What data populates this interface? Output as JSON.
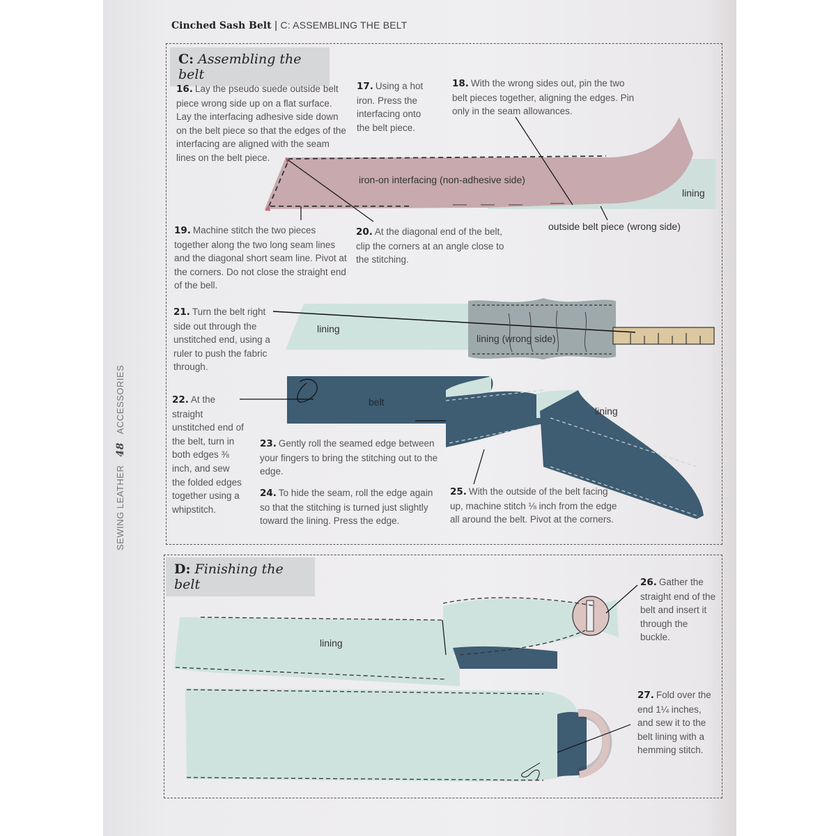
{
  "running_head": {
    "title": "Cinched Sash Belt",
    "separator": "|",
    "section": "C: ASSEMBLING THE BELT"
  },
  "side_footer": {
    "book": "SEWING LEATHER",
    "page_number": "48",
    "chapter": "ACCESSORIES"
  },
  "section_c": {
    "letter": "C:",
    "title": "Assembling the belt",
    "steps": [
      {
        "num": "16.",
        "text": "Lay the pseudo suede outside belt piece wrong side up on a flat surface. Lay the interfacing adhesive side down on the belt piece so that the edges of the interfacing are aligned with the seam lines on the belt piece."
      },
      {
        "num": "17.",
        "text": "Using a hot iron. Press the interfacing onto the belt piece."
      },
      {
        "num": "18.",
        "text": "With the wrong sides out, pin the two belt pieces together, aligning the edges. Pin only in the seam allowances."
      },
      {
        "num": "19.",
        "text": "Machine stitch the two pieces together along the two long seam lines and the diagonal short seam line. Pivot at the corners. Do not close the straight end of the bell."
      },
      {
        "num": "20.",
        "text": "At the diagonal end of the belt, clip the corners at an angle close to the stitching."
      },
      {
        "num": "21.",
        "text": "Turn the belt right side out through the unstitched end, using a ruler to push the fabric through."
      },
      {
        "num": "22.",
        "text": "At the straight unstitched end of the belt, turn in both edges ⅜ inch, and sew the folded edges together using a whipstitch."
      },
      {
        "num": "23.",
        "text": "Gently roll the seamed edge between your fingers to bring the stitching out to the edge."
      },
      {
        "num": "24.",
        "text": "To hide the seam, roll the edge again so that the stitching is turned just slightly toward the lining. Press the edge."
      },
      {
        "num": "25.",
        "text": "With the outside of the belt facing up, machine stitch ⅛ inch from the edge all around the belt. Pivot at the corners."
      }
    ],
    "labels": {
      "interfacing": "iron-on interfacing (non-adhesive side)",
      "lining_1": "lining",
      "outside_piece": "outside belt piece (wrong side)",
      "lining_2": "lining",
      "lining_wrong_side": "lining (wrong side)",
      "belt": "belt",
      "lining_3": "lining"
    }
  },
  "section_d": {
    "letter": "D:",
    "title": "Finishing the belt",
    "steps": [
      {
        "num": "26.",
        "text": "Gather the straight end of the belt and insert it through the buckle."
      },
      {
        "num": "27.",
        "text": "Fold over the end 1¼ inches, and sew it to the belt lining with a hemming stitch."
      }
    ],
    "labels": {
      "lining": "lining"
    }
  },
  "colors": {
    "interfacing_pink": "#d4bcc0",
    "lining_mint": "#cfe3de",
    "belt_navy": "#3f5f75",
    "ruler_tan": "#dcc9a3",
    "buckle_pink": "#dcc4c2",
    "header_gray": "#d6d7d8"
  }
}
